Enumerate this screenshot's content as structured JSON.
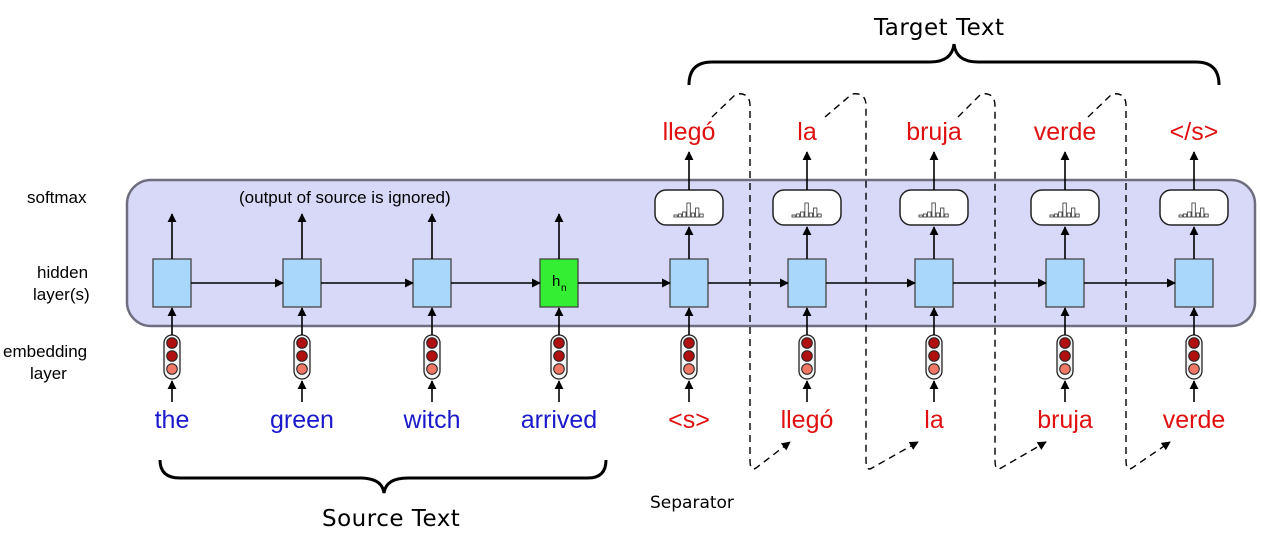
{
  "layer_labels": {
    "softmax": "softmax",
    "hidden_line1": "hidden",
    "hidden_line2": "layer(s)",
    "embedding_line1": "embedding",
    "embedding_line2": "layer"
  },
  "note": "(output of source is ignored)",
  "source_words": [
    "the",
    "green",
    "witch",
    "arrived"
  ],
  "decoder_inputs": [
    "<s>",
    "llegó",
    "la",
    "bruja",
    "verde"
  ],
  "target_outputs": [
    "llegó",
    "la",
    "bruja",
    "verde",
    "</s>"
  ],
  "final_hidden_label": {
    "main": "h",
    "sub": "n"
  },
  "source_brace_label": "Source Text",
  "target_brace_label": "Target Text",
  "separator_label": "Separator",
  "colors": {
    "panel_fill": "#d8d8f8",
    "panel_stroke": "#6e6e80",
    "hidden_cell": "#a9d6fb",
    "final_hidden_cell": "#33ee33",
    "source_word": "#1a1acc",
    "target_word": "#e01010",
    "embedding_dot_dark": "#b01010",
    "embedding_dot_light": "#ee7766"
  }
}
